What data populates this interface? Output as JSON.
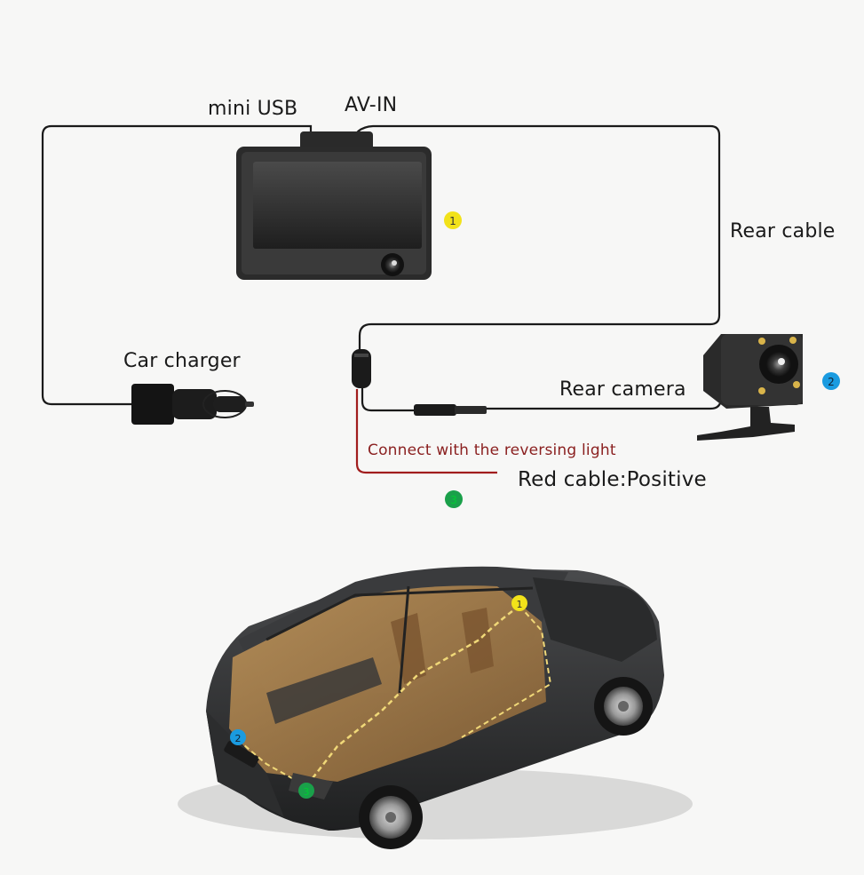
{
  "labels": {
    "mini_usb": "mini USB",
    "av_in": "AV-IN",
    "rear_cable": "Rear cable",
    "car_charger": "Car charger",
    "rear_camera": "Rear camera",
    "reversing_light": "Connect with the reversing light",
    "red_cable": "Red cable:Positive"
  },
  "markers": [
    {
      "num": "1",
      "color": "#f2e21a"
    },
    {
      "num": "2",
      "color": "#1a9be0"
    },
    {
      "num": "3",
      "color": "#1aa04a"
    }
  ],
  "colors": {
    "cable": "#1a1a1a",
    "red_cable": "#a11d1d",
    "device_body": "#2b2b2b",
    "screen": "#3a3a3a",
    "car_body": "#2e2f30",
    "interior": "#b88a4e",
    "wiring": "#f0d878"
  }
}
